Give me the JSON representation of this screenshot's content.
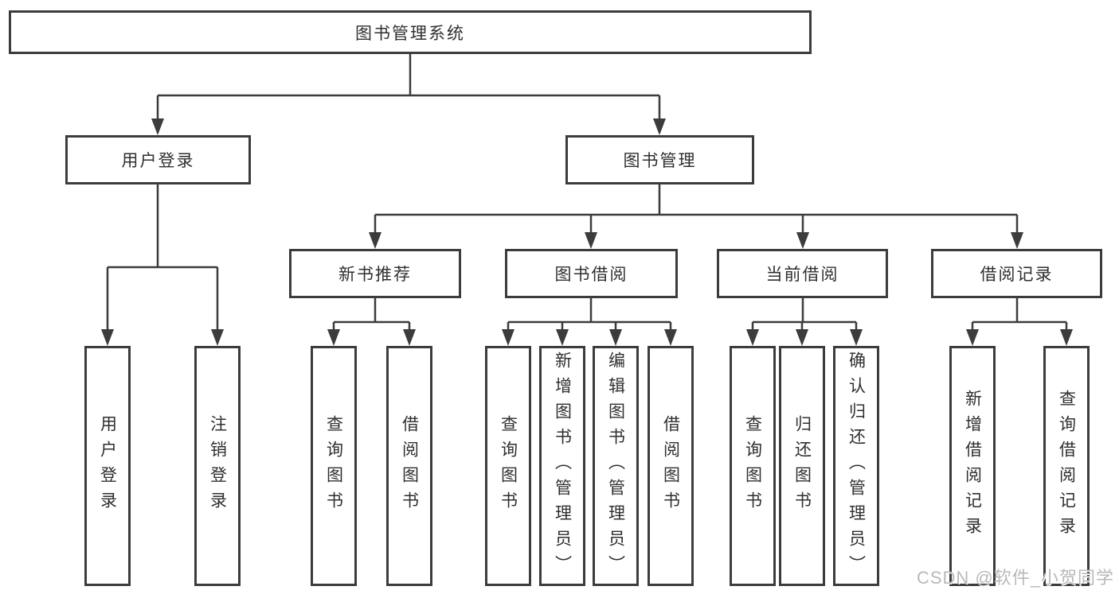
{
  "diagram": {
    "type": "hierarchy-tree",
    "root": {
      "label": "图书管理系统",
      "children": [
        {
          "label": "用户登录",
          "children": [
            {
              "label": "用户登录"
            },
            {
              "label": "注销登录"
            }
          ]
        },
        {
          "label": "图书管理",
          "children": [
            {
              "label": "新书推荐",
              "children": [
                {
                  "label": "查询图书"
                },
                {
                  "label": "借阅图书"
                }
              ]
            },
            {
              "label": "图书借阅",
              "children": [
                {
                  "label": "查询图书"
                },
                {
                  "label": "新增图书（管理员）"
                },
                {
                  "label": "编辑图书（管理员）"
                },
                {
                  "label": "借阅图书"
                }
              ]
            },
            {
              "label": "当前借阅",
              "children": [
                {
                  "label": "查询图书"
                },
                {
                  "label": "归还图书"
                },
                {
                  "label": "确认归还（管理员）"
                }
              ]
            },
            {
              "label": "借阅记录",
              "children": [
                {
                  "label": "新增借阅记录"
                },
                {
                  "label": "查询借阅记录"
                }
              ]
            }
          ]
        }
      ]
    }
  },
  "watermark": "CSDN @软件_小贺同学",
  "colors": {
    "line": "#3c3c3c",
    "text": "#2f2f2f",
    "background": "#ffffff",
    "watermark": "#b9b9b9"
  }
}
